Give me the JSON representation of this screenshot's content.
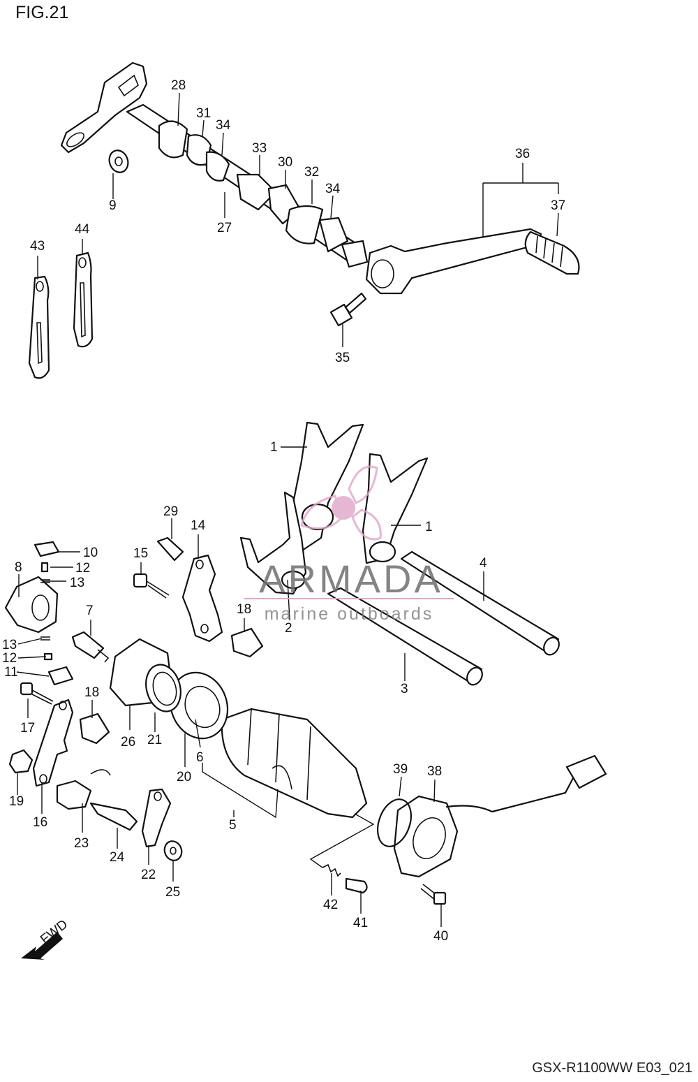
{
  "figure": {
    "title": "FIG.21",
    "model_code": "GSX-R1100WW  E03_021",
    "fwd_label": "FWD"
  },
  "watermark": {
    "brand": "ARMADA",
    "tagline": "marine outboards",
    "accent_color": "#e0a6c8"
  },
  "callouts": [
    "1",
    "1",
    "2",
    "3",
    "4",
    "5",
    "6",
    "7",
    "8",
    "9",
    "10",
    "11",
    "12",
    "12",
    "13",
    "13",
    "14",
    "15",
    "16",
    "17",
    "18",
    "18",
    "19",
    "20",
    "21",
    "22",
    "23",
    "24",
    "25",
    "26",
    "27",
    "28",
    "29",
    "30",
    "31",
    "32",
    "33",
    "34",
    "34",
    "35",
    "36",
    "37",
    "38",
    "39",
    "40",
    "41",
    "42",
    "43",
    "44"
  ]
}
